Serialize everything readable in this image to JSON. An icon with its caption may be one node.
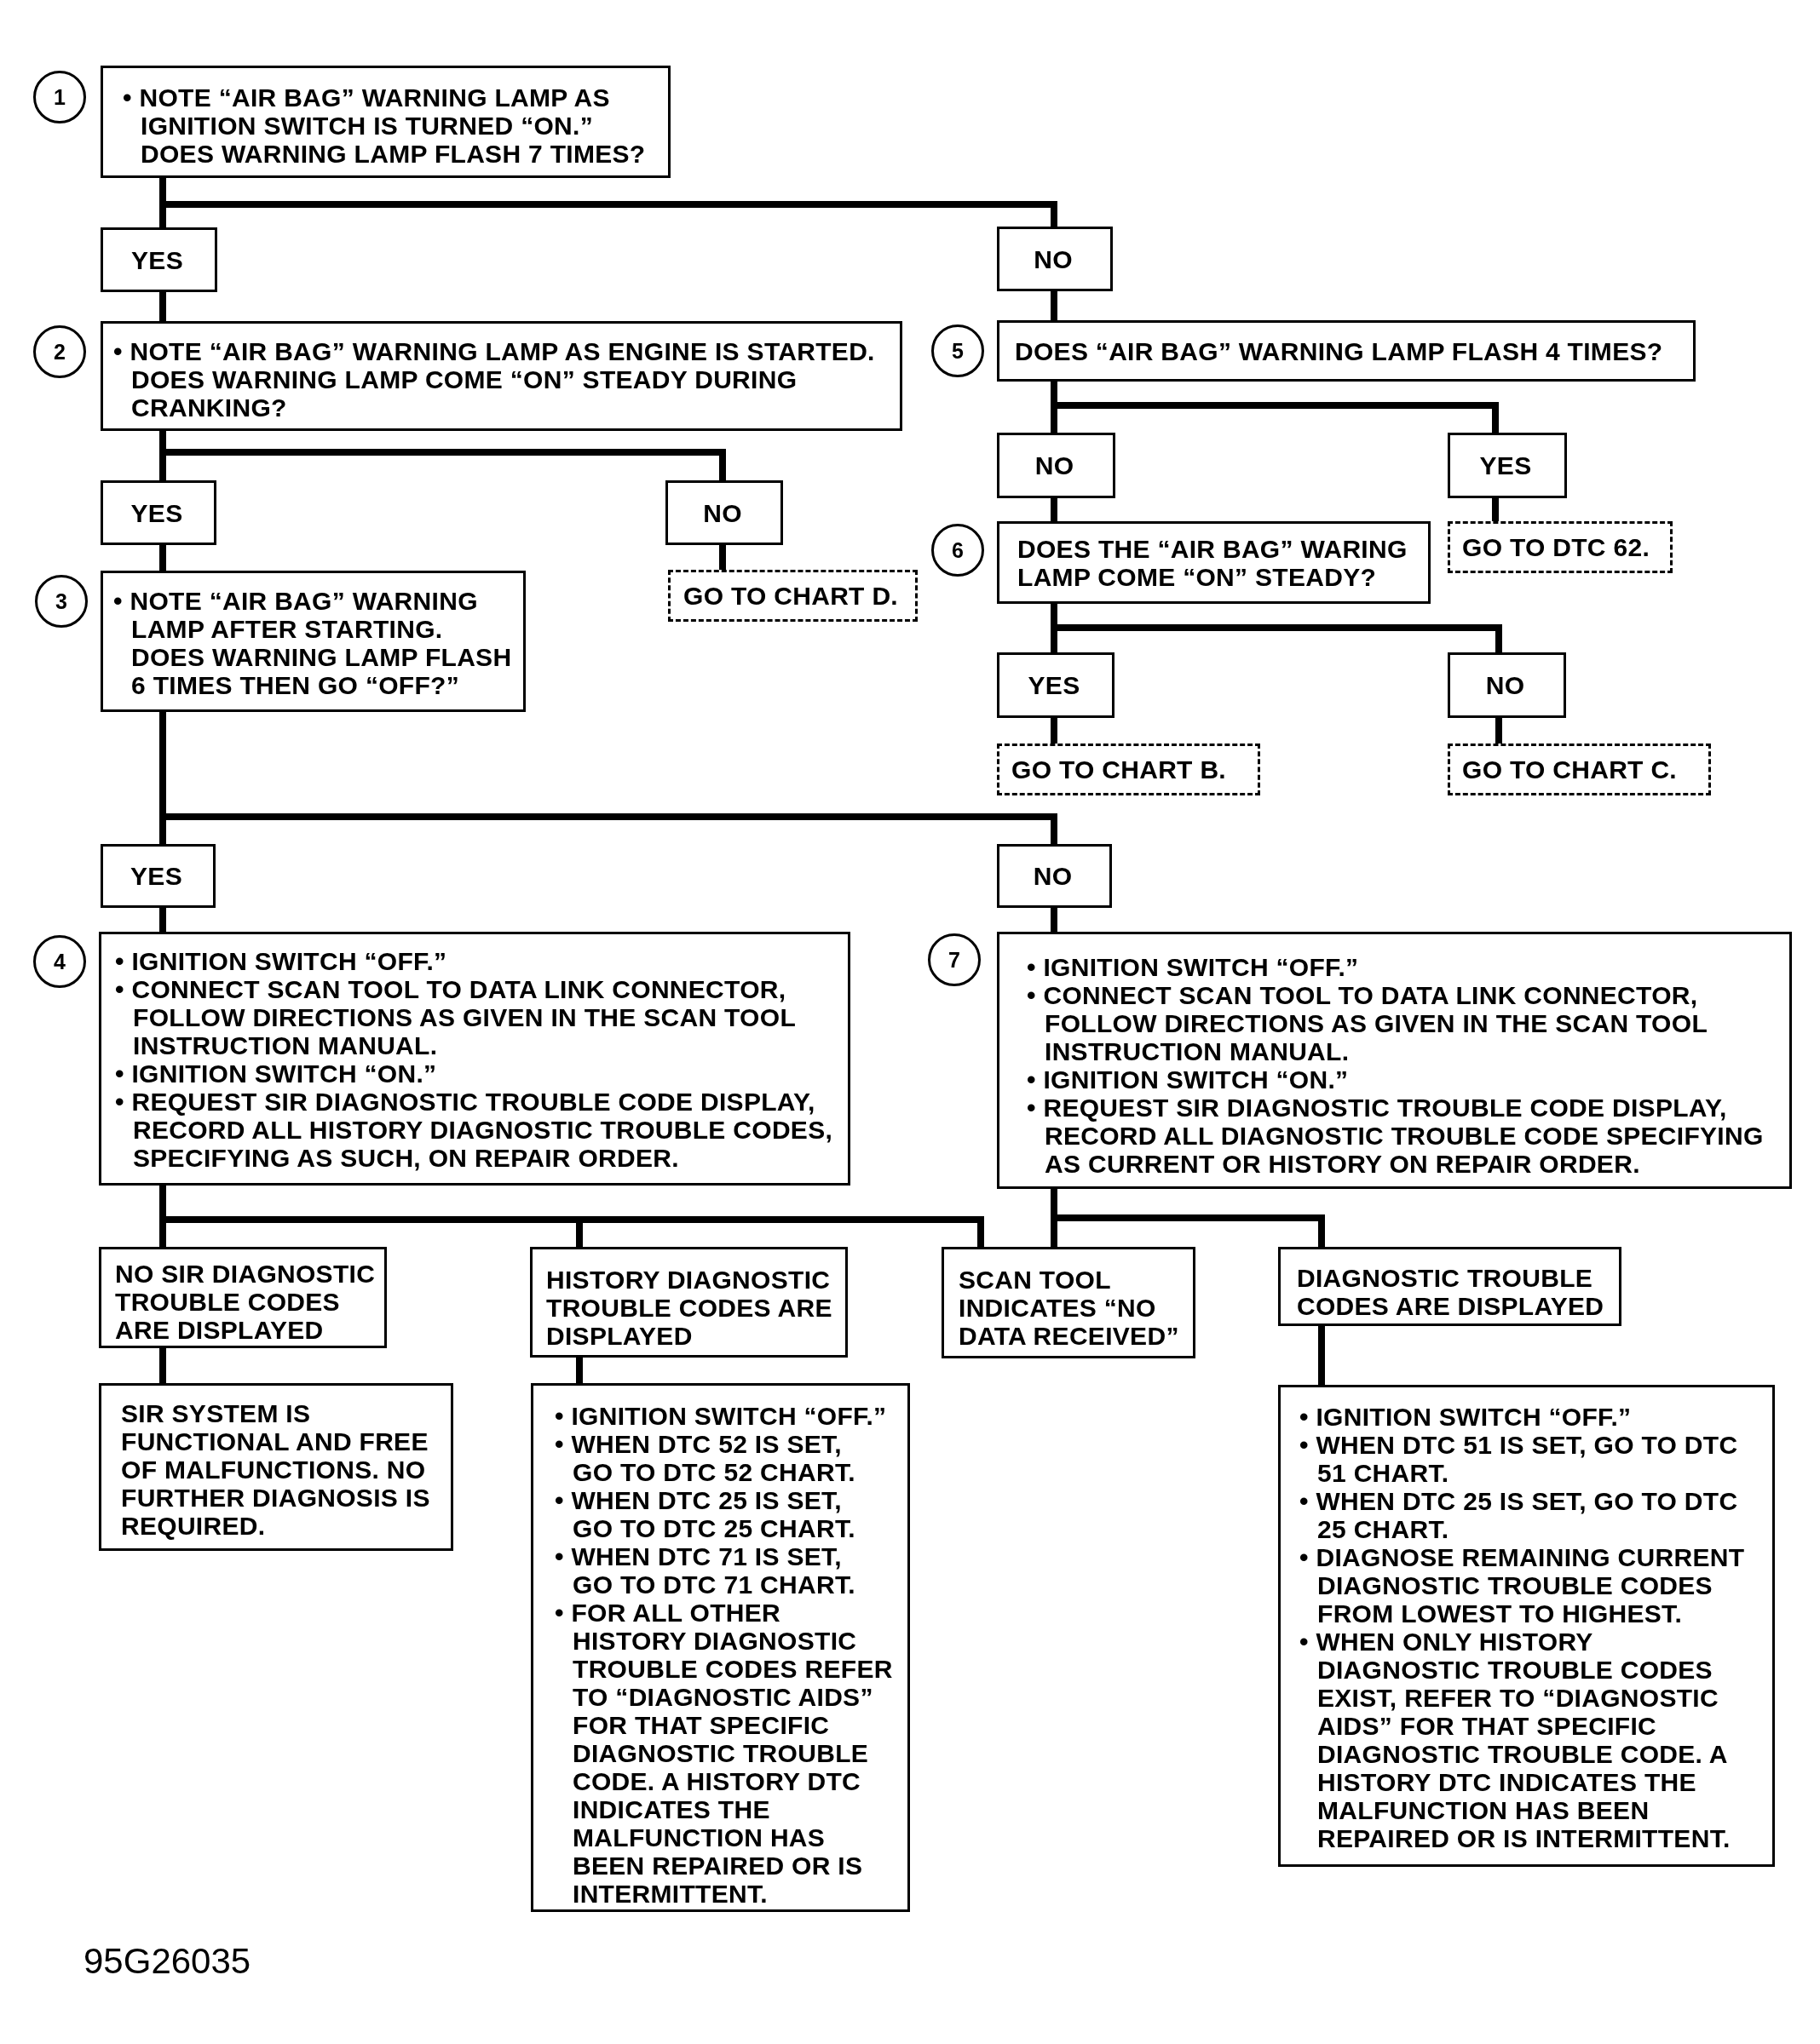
{
  "diagram": {
    "nodes": [
      {
        "text": [
          "• NOTE “AIR BAG” WARNING LAMP AS IGNITION SWITCH IS TURNED “ON.” DOES WARNING LAMP FLASH 7 TIMES?"
        ],
        "beside": [
          "1"
        ]
      },
      {
        "text": [
          "YES"
        ]
      },
      {
        "text": [
          "NO"
        ]
      },
      {
        "text": [
          "• NOTE “AIR BAG” WARNING LAMP AS ENGINE IS STARTED. DOES WARNING LAMP COME “ON” STEADY DURING CRANKING?"
        ],
        "beside": [
          "2"
        ]
      },
      {
        "text": [
          "DOES “AIR BAG” WARNING LAMP FLASH 4 TIMES?"
        ],
        "beside": [
          "5"
        ]
      },
      {
        "text": [
          "NO"
        ]
      },
      {
        "text": [
          "YES"
        ]
      },
      {
        "text": [
          "YES"
        ]
      },
      {
        "text": [
          "NO"
        ]
      },
      {
        "text": [
          "DOES THE “AIR BAG” WARING LAMP COME “ON” STEADY?"
        ],
        "beside": [
          "6"
        ]
      },
      {
        "text": [
          "GO TO DTC 62."
        ]
      },
      {
        "text": [
          "• NOTE “AIR BAG” WARNING LAMP AFTER STARTING. DOES WARNING LAMP FLASH 6 TIMES THEN GO “OFF?”"
        ],
        "beside": [
          "3"
        ]
      },
      {
        "text": [
          "GO TO CHART D."
        ]
      },
      {
        "text": [
          "YES"
        ]
      },
      {
        "text": [
          "NO"
        ]
      },
      {
        "text": [
          "GO TO CHART B."
        ]
      },
      {
        "text": [
          "GO TO CHART C."
        ]
      },
      {
        "text": [
          "YES"
        ]
      },
      {
        "text": [
          "NO"
        ]
      },
      {
        "text": [
          "• IGNITION SWITCH “OFF.”",
          "• CONNECT SCAN TOOL TO DATA LINK CONNECTOR, FOLLOW DIRECTIONS AS GIVEN IN THE SCAN TOOL INSTRUCTION MANUAL.",
          "• IGNITION SWITCH “ON.”",
          "• REQUEST SIR DIAGNOSTIC TROUBLE CODE DISPLAY, RECORD ALL HISTORY DIAGNOSTIC TROUBLE CODES, SPECIFYING AS SUCH, ON REPAIR ORDER."
        ],
        "beside": [
          "4"
        ]
      },
      {
        "text": [
          "• IGNITION SWITCH “OFF.”",
          "• CONNECT SCAN TOOL TO DATA LINK CONNECTOR, FOLLOW DIRECTIONS AS GIVEN IN THE SCAN TOOL INSTRUCTION MANUAL.",
          "• IGNITION SWITCH “ON.”",
          "• REQUEST SIR DIAGNOSTIC TROUBLE CODE DISPLAY, RECORD ALL DIAGNOSTIC TROUBLE CODE SPECIFYING AS CURRENT OR HISTORY ON REPAIR ORDER."
        ],
        "beside": [
          "7"
        ]
      },
      {
        "text": [
          "NO SIR DIAGNOSTIC TROUBLE CODES ARE DISPLAYED"
        ]
      },
      {
        "text": [
          "HISTORY DIAGNOSTIC TROUBLE CODES ARE DISPLAYED"
        ]
      },
      {
        "text": [
          "SCAN TOOL INDICATES “NO DATA RECEIVED”"
        ]
      },
      {
        "text": [
          "DIAGNOSTIC TROUBLE CODES ARE DISPLAYED"
        ]
      },
      {
        "text": [
          "SIR SYSTEM IS FUNCTIONAL AND FREE OF MALFUNCTIONS. NO FURTHER DIAGNOSIS IS REQUIRED."
        ]
      },
      {
        "text": [
          "• IGNITION SWITCH “OFF.”",
          "• WHEN DTC 52 IS SET, GO TO DTC 52 CHART.",
          "• WHEN DTC 25 IS SET, GO TO DTC 25 CHART.",
          "• WHEN DTC 71 IS SET, GO TO DTC 71 CHART.",
          "• FOR ALL OTHER HISTORY DIAGNOSTIC TROUBLE CODES REFER TO “DIAGNOSTIC AIDS” FOR THAT SPECIFIC DIAGNOSTIC TROUBLE CODE. A HISTORY DTC INDICATES THE MALFUNCTION HAS BEEN REPAIRED OR IS INTERMITTENT."
        ]
      },
      {
        "text": [
          "• IGNITION SWITCH “OFF.”",
          "• WHEN DTC 51 IS SET, GO TO DTC 51 CHART.",
          "• WHEN DTC 25 IS SET, GO TO DTC 25 CHART.",
          "• DIAGNOSE REMAINING CURRENT DIAGNOSTIC TROUBLE CODES FROM LOWEST TO HIGHEST.",
          "• WHEN ONLY HISTORY DIAGNOSTIC TROUBLE CODES EXIST, REFER TO “DIAGNOSTIC AIDS” FOR THAT SPECIFIC DIAGNOSTIC TROUBLE CODE. A HISTORY DTC INDICATES THE MALFUNCTION HAS BEEN REPAIRED OR IS INTERMITTENT."
        ]
      }
    ],
    "edges": [
      {
        "from": 0,
        "to": 1,
        "arrow": "none"
      },
      {
        "from": 0,
        "to": 2,
        "arrow": "none"
      },
      {
        "from": 1,
        "to": 3,
        "arrow": "none"
      },
      {
        "from": 2,
        "to": 4,
        "arrow": "none"
      },
      {
        "from": 4,
        "to": 5,
        "arrow": "none"
      },
      {
        "from": 4,
        "to": 6,
        "arrow": "none"
      },
      {
        "from": 5,
        "to": 9,
        "arrow": "none"
      },
      {
        "from": 6,
        "to": 10,
        "arrow": "none"
      },
      {
        "from": 3,
        "to": 7,
        "arrow": "none"
      },
      {
        "from": 3,
        "to": 8,
        "arrow": "none"
      },
      {
        "from": 7,
        "to": 11,
        "arrow": "none"
      },
      {
        "from": 8,
        "to": 12,
        "arrow": "none"
      },
      {
        "from": 9,
        "to": 13,
        "arrow": "none"
      },
      {
        "from": 9,
        "to": 14,
        "arrow": "none"
      },
      {
        "from": 13,
        "to": 15,
        "arrow": "none"
      },
      {
        "from": 14,
        "to": 16,
        "arrow": "none"
      },
      {
        "from": 11,
        "to": 17,
        "arrow": "none"
      },
      {
        "from": 11,
        "to": 18,
        "arrow": "none"
      },
      {
        "from": 17,
        "to": 19,
        "arrow": "none"
      },
      {
        "from": 18,
        "to": 20,
        "arrow": "none"
      },
      {
        "from": 19,
        "to": 21,
        "arrow": "none"
      },
      {
        "from": 19,
        "to": 22,
        "arrow": "none"
      },
      {
        "from": 19,
        "to": 23,
        "arrow": "none"
      },
      {
        "from": 20,
        "to": 23,
        "arrow": "none"
      },
      {
        "from": 20,
        "to": 24,
        "arrow": "none"
      },
      {
        "from": 21,
        "to": 25,
        "arrow": "none"
      },
      {
        "from": 22,
        "to": 26,
        "arrow": "none"
      },
      {
        "from": 24,
        "to": 27,
        "arrow": "none"
      }
    ],
    "labels": [
      "95G26035"
    ]
  }
}
